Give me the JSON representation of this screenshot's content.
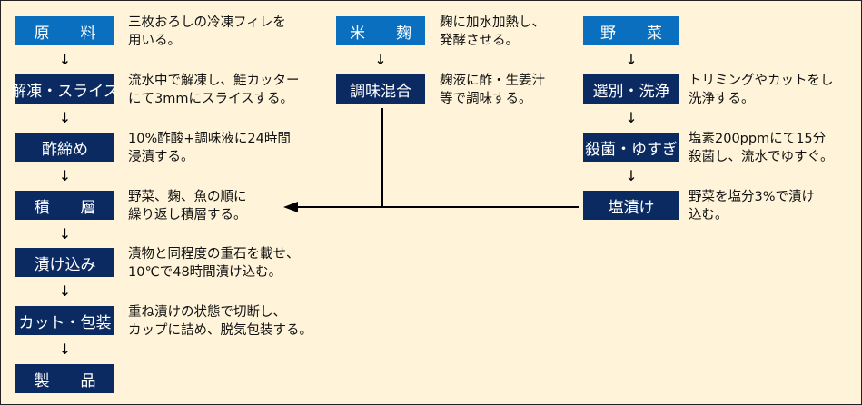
{
  "fish_column": [
    {
      "label": "原　　料",
      "desc": "三枚おろしの冷凍フィレを\n用いる。",
      "style": "light"
    },
    {
      "label": "解凍・スライス",
      "desc": "流水中で解凍し、鮭カッター\nにて3mmにスライスする。",
      "style": "dark"
    },
    {
      "label": "酢締め",
      "desc": "10%酢酸+調味液に24時間\n浸漬する。",
      "style": "dark"
    },
    {
      "label": "積　　層",
      "desc": "野菜、麹、魚の順に\n繰り返し積層する。",
      "style": "dark"
    },
    {
      "label": "漬け込み",
      "desc": "漬物と同程度の重石を載せ、\n10℃で48時間漬け込む。",
      "style": "dark"
    },
    {
      "label": "カット・包装",
      "desc": "重ね漬けの状態で切断し、\nカップに詰め、脱気包装する。",
      "style": "dark"
    },
    {
      "label": "製　　品",
      "desc": "",
      "style": "dark"
    }
  ],
  "koji_column": [
    {
      "label": "米　　麹",
      "desc": "麹に加水加熱し、\n発酵させる。",
      "style": "light"
    },
    {
      "label": "調味混合",
      "desc": "麹液に酢・生姜汁\n等で調味する。",
      "style": "dark"
    }
  ],
  "vegetable_column": [
    {
      "label": "野　　菜",
      "desc": "",
      "style": "light"
    },
    {
      "label": "選別・洗浄",
      "desc": "トリミングやカットをし\n洗浄する。",
      "style": "dark"
    },
    {
      "label": "殺菌・ゆすぎ",
      "desc": "塩素200ppmにて15分\n殺菌し、流水でゆすぐ。",
      "style": "dark"
    },
    {
      "label": "塩漬け",
      "desc": "野菜を塩分3%で漬け\n込む。",
      "style": "dark"
    }
  ],
  "arrow_glyph": "↓",
  "colors": {
    "background": "#FFF4D9",
    "light_box": "#0A6FBE",
    "dark_box": "#0B2A62"
  }
}
